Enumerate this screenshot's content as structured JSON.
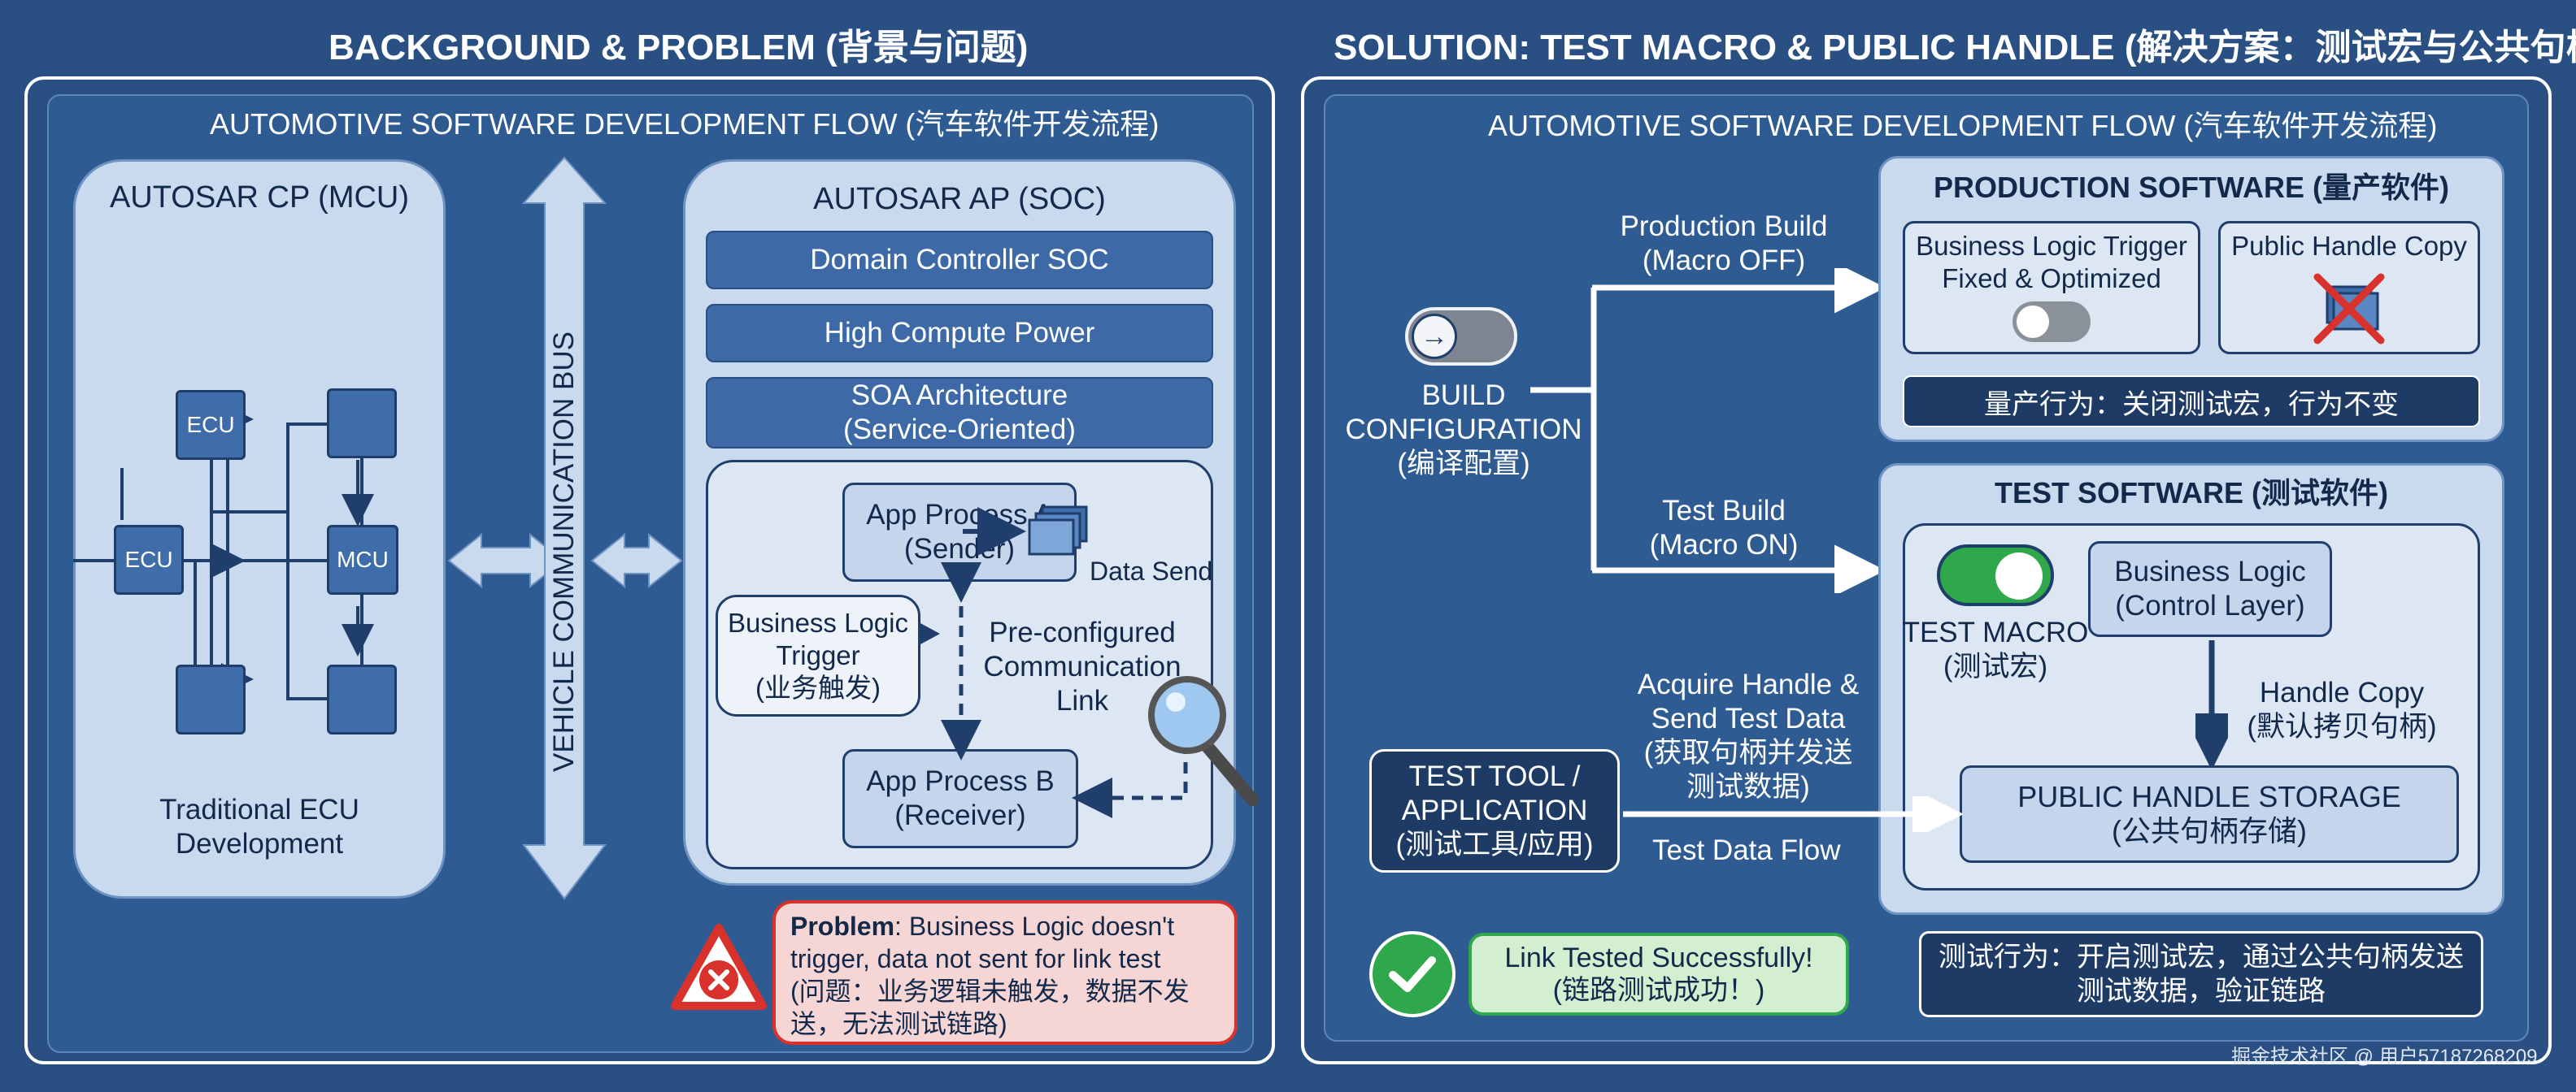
{
  "left": {
    "header": "BACKGROUND & PROBLEM (背景与问题)",
    "flow_title": "AUTOMOTIVE SOFTWARE DEVELOPMENT FLOW (汽车软件开发流程)",
    "cp": {
      "title": "AUTOSAR CP (MCU)",
      "ecu1": "ECU",
      "ecu2": "ECU",
      "mcu": "MCU",
      "caption": [
        "Traditional ECU",
        "Development"
      ]
    },
    "bus_label": "VEHICLE COMMUNICATION BUS",
    "ap": {
      "title": "AUTOSAR AP (SOC)",
      "rows": [
        "Domain Controller SOC",
        "High Compute Power"
      ],
      "soa": [
        "SOA Architecture",
        "(Service-Oriented)"
      ],
      "proc_a": [
        "App Process A",
        "(Sender)"
      ],
      "proc_b": [
        "App Process B",
        "(Receiver)"
      ],
      "data_send": "Data Send",
      "trigger": [
        "Business Logic",
        "Trigger",
        "(业务触发)"
      ],
      "link": [
        "Pre-configured",
        "Communication",
        "Link"
      ]
    },
    "problem": {
      "label": "Problem",
      "text": ": Business Logic doesn't",
      "lines": [
        "trigger, data not sent for link test",
        "(问题：业务逻辑未触发，数据不发",
        "送，无法测试链路)"
      ]
    }
  },
  "right": {
    "header": "SOLUTION: TEST MACRO & PUBLIC HANDLE (解决方案：测试宏与公共句柄)",
    "flow_title": "AUTOMOTIVE SOFTWARE DEVELOPMENT FLOW (汽车软件开发流程)",
    "build_config": [
      "BUILD",
      "CONFIGURATION",
      "(编译配置)"
    ],
    "production_build": [
      "Production Build",
      "(Macro OFF)"
    ],
    "test_build": [
      "Test Build",
      "(Macro ON)"
    ],
    "production": {
      "title": "PRODUCTION SOFTWARE (量产软件)",
      "trigger": [
        "Business Logic Trigger",
        "Fixed & Optimized"
      ],
      "handle": "Public Handle Copy",
      "behavior": "量产行为：关闭测试宏，行为不变"
    },
    "test": {
      "title": "TEST SOFTWARE (测试软件)",
      "macro": [
        "TEST MACRO",
        "(测试宏)"
      ],
      "logic": [
        "Business Logic",
        "(Control Layer)"
      ],
      "handle_copy": [
        "Handle Copy",
        "(默认拷贝句柄)"
      ],
      "storage": [
        "PUBLIC HANDLE STORAGE",
        "(公共句柄存储)"
      ]
    },
    "acquire": [
      "Acquire Handle &",
      "Send Test Data",
      "(获取句柄并发送",
      "测试数据)"
    ],
    "tool": [
      "TEST TOOL /",
      "APPLICATION",
      "(测试工具/应用)"
    ],
    "data_flow": "Test Data Flow",
    "success": [
      "Link Tested Successfully!",
      "(链路测试成功！)"
    ],
    "test_behavior": [
      "测试行为：开启测试宏，通过公共句柄发送",
      "测试数据，验证链路"
    ]
  },
  "watermark": "掘金技术社区 @ 用户57187268209",
  "colors": {
    "background": "#2a4f82",
    "accent_green": "#2ea84a",
    "problem_red": "#d9312b",
    "light_box": "#c4d5ec"
  }
}
